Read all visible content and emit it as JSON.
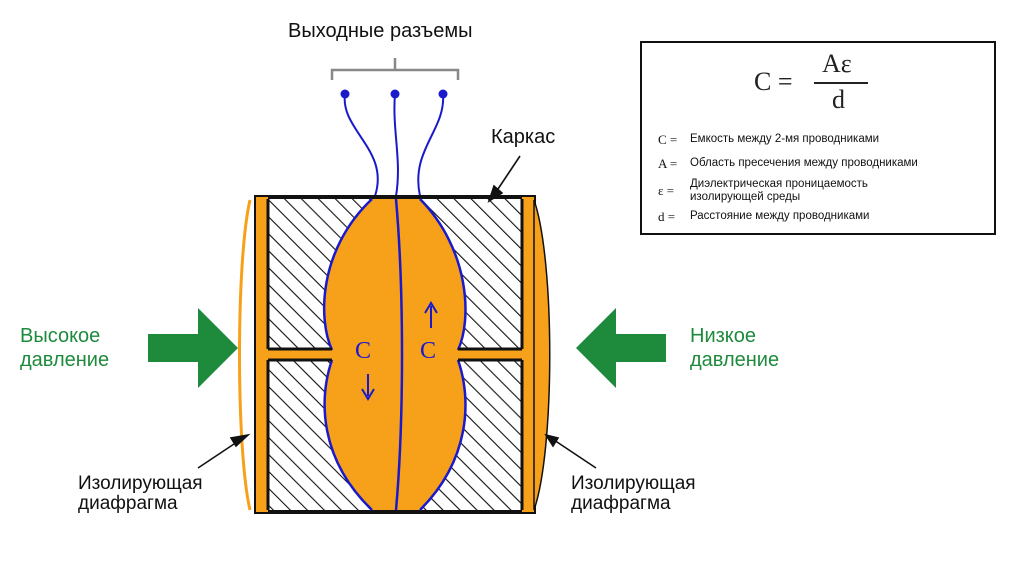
{
  "labels": {
    "output_connectors": "Выходные разъемы",
    "frame": "Каркас",
    "high_pressure": "Высокое давление",
    "low_pressure": "Низкое давление",
    "diaphragm_left": "Изолирующая диафрагма",
    "diaphragm_right": "Изолирующая диафрагма",
    "cap_left": "C",
    "cap_right": "C"
  },
  "formula": {
    "lhs": "C =",
    "numerator": "Aε",
    "denominator": "d"
  },
  "legend": [
    {
      "symbol": "C =",
      "text": "Емкость между 2-мя проводниками"
    },
    {
      "symbol": "A =",
      "text": "Область пресечения между проводниками"
    },
    {
      "symbol": "ε =",
      "text": "Диэлектрическая проницаемость изолирующей среды"
    },
    {
      "symbol": "d =",
      "text": "Расстояние между проводниками"
    }
  ],
  "colors": {
    "fill": "#f7a11a",
    "wire": "#1a1acc",
    "arrow": "#1e8a3c",
    "frame": "#111111"
  }
}
